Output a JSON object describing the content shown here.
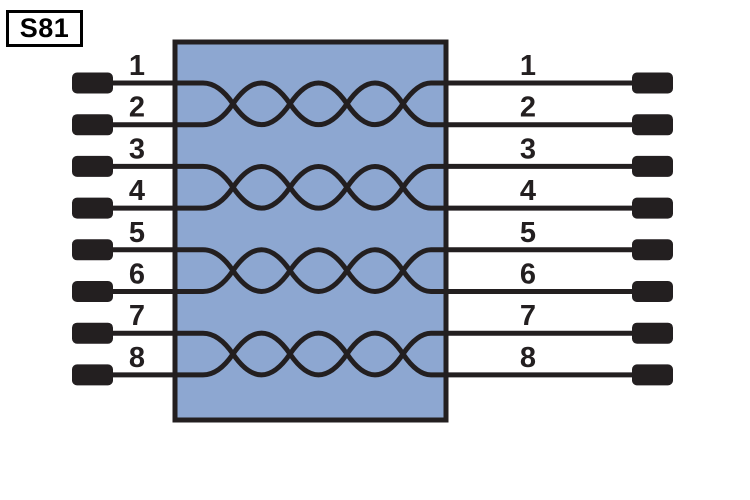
{
  "diagram": {
    "label": "S81",
    "kind": "twisted-pair wiring schematic",
    "left_pins": [
      "1",
      "2",
      "3",
      "4",
      "5",
      "6",
      "7",
      "8"
    ],
    "right_pins": [
      "1",
      "2",
      "3",
      "4",
      "5",
      "6",
      "7",
      "8"
    ],
    "twisted_pairs": [
      [
        "1",
        "2"
      ],
      [
        "3",
        "4"
      ],
      [
        "5",
        "6"
      ],
      [
        "7",
        "8"
      ]
    ],
    "colors": {
      "background": "#ffffff",
      "connector_fill": "#8da7d1",
      "wire": "#231f20",
      "terminal_fill": "#231f20",
      "label_border": "#000000",
      "label_text": "#000000"
    }
  }
}
